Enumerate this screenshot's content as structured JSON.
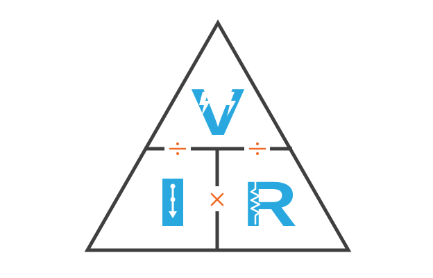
{
  "diagram": {
    "top_letter": "V",
    "left_letter": "I",
    "right_letter": "R",
    "divide_symbol": "÷",
    "multiply_symbol": "×"
  },
  "colors": {
    "outline": "#3f3f3f",
    "letter_fill": "#29a8e0",
    "operator": "#ef6a24",
    "background": "#ffffff"
  },
  "icons": {
    "voltage": "lightning-bolt-icon",
    "current": "current-arrow-icon",
    "resistance": "resistor-zigzag-icon"
  }
}
